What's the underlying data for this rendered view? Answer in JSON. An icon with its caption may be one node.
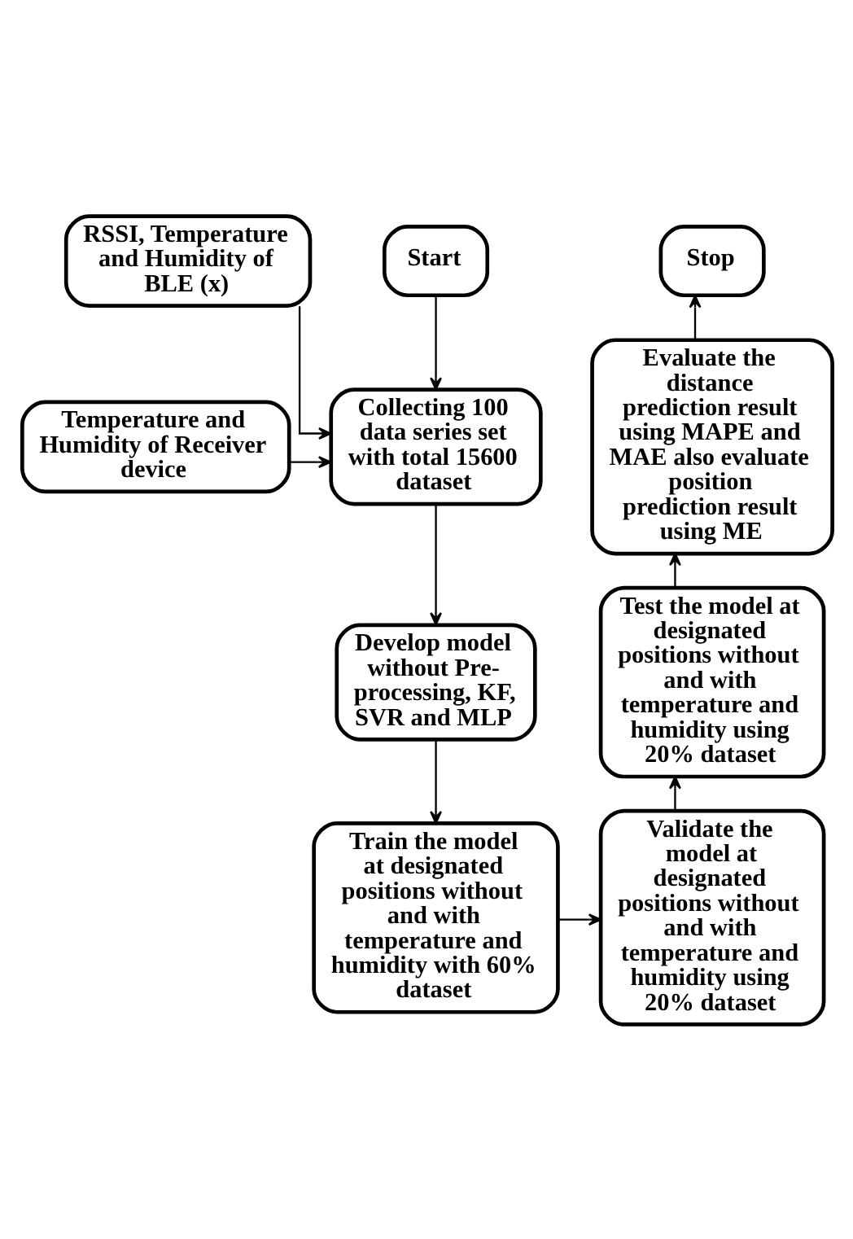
{
  "diagram": {
    "nodes": [
      {
        "text": [
          "RSSI, Temperature and Humidity of BLE (x)"
        ]
      },
      {
        "text": [
          "Temperature and Humidity of Receiver device"
        ]
      },
      {
        "text": [
          "Start"
        ]
      },
      {
        "text": [
          "Collecting 100 data series set with total 15600 dataset"
        ]
      },
      {
        "text": [
          "Develop model without Pre-processing, KF, SVR and MLP"
        ]
      },
      {
        "text": [
          "Train the model at designated positions without and with temperature and humidity with 60% dataset"
        ]
      },
      {
        "text": [
          "Validate the model at designated positions without and with temperature and humidity using 20% dataset"
        ]
      },
      {
        "text": [
          "Test the model at designated positions without and with temperature and humidity using 20% dataset"
        ]
      },
      {
        "text": [
          "Evaluate the distance prediction result using MAPE and MAE also evaluate position prediction result using ME"
        ]
      },
      {
        "text": [
          "Stop"
        ]
      }
    ],
    "edges": [
      {
        "from": 0,
        "to": 3,
        "arrow": "to"
      },
      {
        "from": 1,
        "to": 3,
        "arrow": "to"
      },
      {
        "from": 2,
        "to": 3,
        "arrow": "to"
      },
      {
        "from": 3,
        "to": 4,
        "arrow": "to"
      },
      {
        "from": 4,
        "to": 5,
        "arrow": "to"
      },
      {
        "from": 5,
        "to": 6,
        "arrow": "to"
      },
      {
        "from": 6,
        "to": 7,
        "arrow": "to"
      },
      {
        "from": 7,
        "to": 8,
        "arrow": "to"
      },
      {
        "from": 8,
        "to": 9,
        "arrow": "to"
      }
    ]
  }
}
